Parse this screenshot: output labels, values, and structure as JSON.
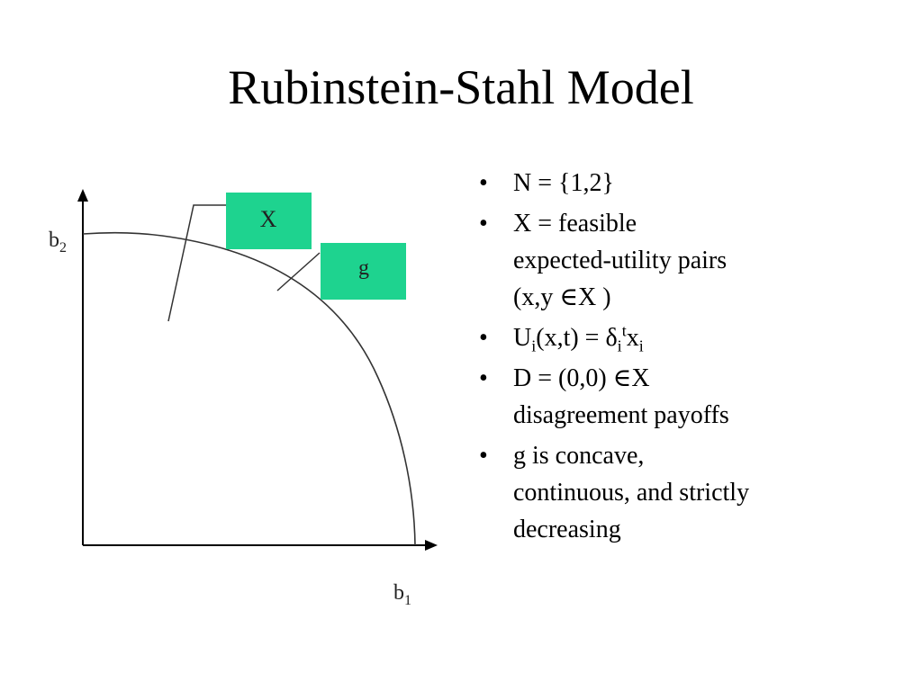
{
  "slide": {
    "title": "Rubinstein-Stahl Model"
  },
  "diagram": {
    "x_axis_label": "b",
    "x_axis_subscript": "1",
    "y_axis_label": "b",
    "y_axis_subscript": "2",
    "label_x": "X",
    "label_g": "g",
    "label_color": "#1ed38f"
  },
  "bullets": {
    "marker": "•",
    "b1": "N = {1,2}",
    "b2_line1": "X = feasible",
    "b2_line2": "expected-utility pairs",
    "b2_line3": "(x,y ∈X )",
    "b3_U": "U",
    "b3_i1": "i",
    "b3_mid": "(x,t) = δ",
    "b3_i2": "i",
    "b3_t": "t",
    "b3_x": "x",
    "b3_i3": "i",
    "b4_line1": "D = (0,0) ∈X",
    "b4_line2": "disagreement payoffs",
    "b5_line1": "g is concave,",
    "b5_line2": "continuous, and strictly",
    "b5_line3": "decreasing"
  }
}
